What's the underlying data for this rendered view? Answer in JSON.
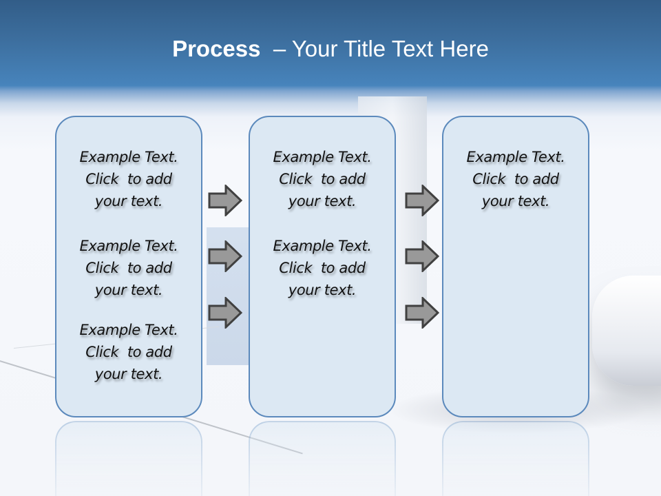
{
  "slide": {
    "title": {
      "bold": "Process",
      "rest": "  – Your Title Text Here"
    },
    "colors": {
      "header_top": "#325d88",
      "header_bottom": "#4784bc",
      "box_fill": "#dce8f3",
      "box_border": "#5b89bc",
      "arrow_fill": "#999999",
      "arrow_stroke": "#404040"
    },
    "columns": [
      {
        "blocks": [
          {
            "line1": "Example Text.",
            "line2": "Click  to add",
            "line3": "your text."
          },
          {
            "line1": "Example Text.",
            "line2": "Click  to add",
            "line3": "your text."
          },
          {
            "line1": "Example Text.",
            "line2": "Click  to add",
            "line3": "your text."
          }
        ]
      },
      {
        "blocks": [
          {
            "line1": "Example Text.",
            "line2": "Click  to add",
            "line3": "your text."
          },
          {
            "line1": "Example Text.",
            "line2": "Click  to add",
            "line3": "your text."
          }
        ]
      },
      {
        "blocks": [
          {
            "line1": "Example Text.",
            "line2": "Click  to add",
            "line3": "your text."
          }
        ]
      }
    ],
    "arrows": {
      "between_1_2": [
        "right-arrow",
        "right-arrow",
        "right-arrow"
      ],
      "between_2_3": [
        "right-arrow",
        "right-arrow",
        "right-arrow"
      ]
    }
  }
}
